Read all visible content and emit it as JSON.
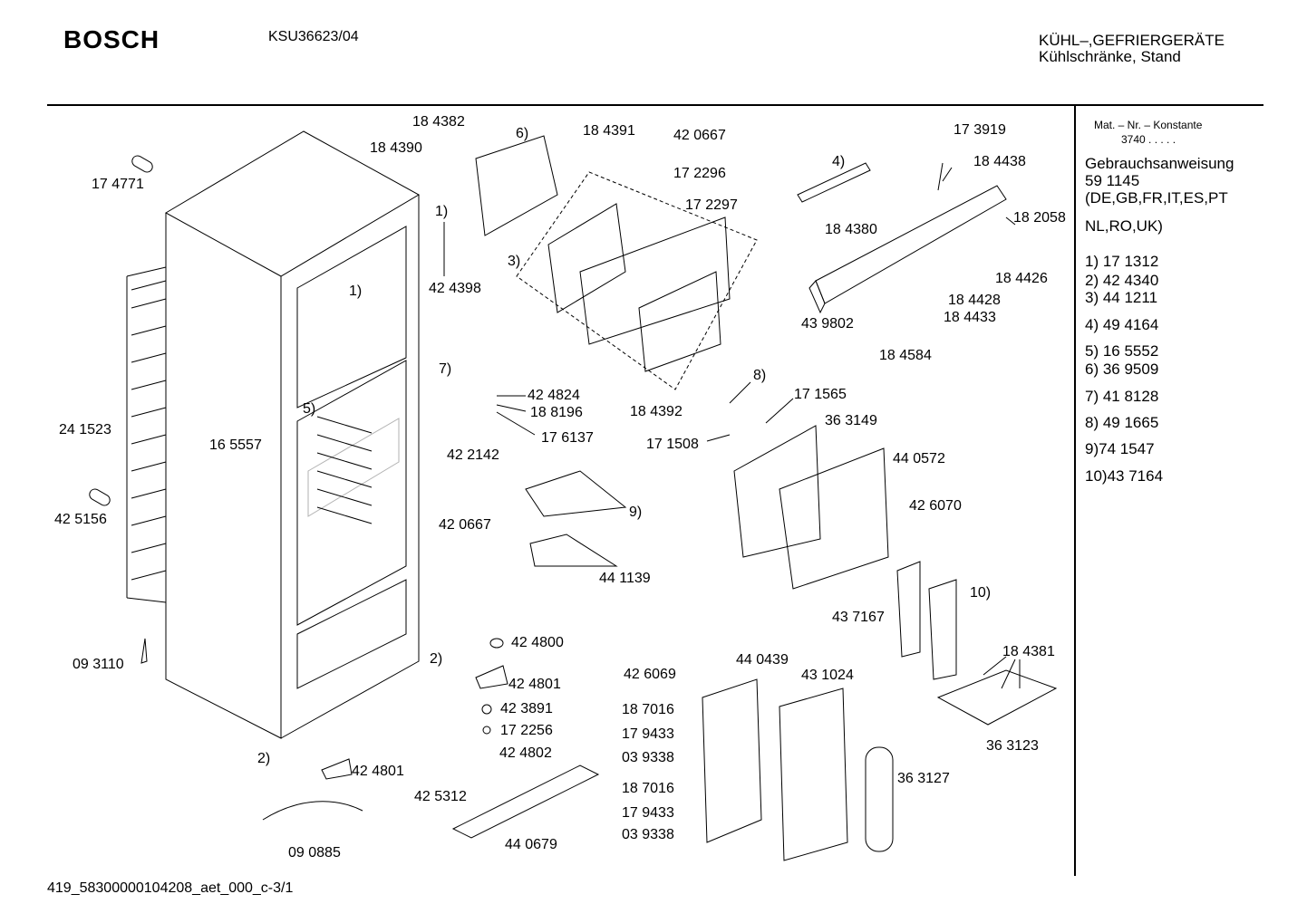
{
  "header": {
    "brand": "BOSCH",
    "model": "KSU36623/04",
    "category_line1": "KÜHL–,GEFRIERGERÄTE",
    "category_line2": "Kühlschränke, Stand"
  },
  "sidebar": {
    "konstante_label": "Mat. – Nr. – Konstante",
    "konstante_value": "3740 . . . . .",
    "manual_label": "Gebrauchsanweisung",
    "manual_number": "59 1145",
    "languages_line1": "(DE,GB,FR,IT,ES,PT",
    "languages_line2": "NL,RO,UK)",
    "refs": [
      "1) 17 1312",
      "2) 42 4340",
      "3) 44 1211",
      "4) 49 4164",
      "5) 16 5552",
      "6) 36 9509",
      "7) 41 8128",
      "8) 49 1665",
      "9)74 1547",
      "10)43 7164"
    ]
  },
  "parts": [
    "17 4771",
    "24 1523",
    "42 5156",
    "09 3110",
    "16 5557",
    "18 4382",
    "18 4390",
    "6)",
    "18 4391",
    "42 0667",
    "17 2296",
    "17 2297",
    "1)",
    "42 4398",
    "3)",
    "1)",
    "5)",
    "7)",
    "42 4824",
    "18 8196",
    "17 6137",
    "42 2142",
    "18 4392",
    "8)",
    "17 1565",
    "17 1508",
    "36 3149",
    "4)",
    "17 3919",
    "18 4438",
    "18 4380",
    "18 2058",
    "18 4426",
    "18 4428",
    "18 4433",
    "43 9802",
    "18 4584",
    "9)",
    "42 0667",
    "44 1139",
    "44 0572",
    "42 6070",
    "10)",
    "43 7167",
    "18 4381",
    "36 3123",
    "42 4800",
    "42 4801",
    "42 3891",
    "17 2256",
    "42 4802",
    "2)",
    "2)",
    "42 4801",
    "09 0885",
    "42 5312",
    "44 0679",
    "42 6069",
    "44 0439",
    "43 1024",
    "18 7016",
    "17 9433",
    "03 9338",
    "18 7016",
    "17 9433",
    "03 9338",
    "36 3127"
  ],
  "footer": {
    "doc_id": "419_58300000104208_aet_000_c-3/1"
  }
}
